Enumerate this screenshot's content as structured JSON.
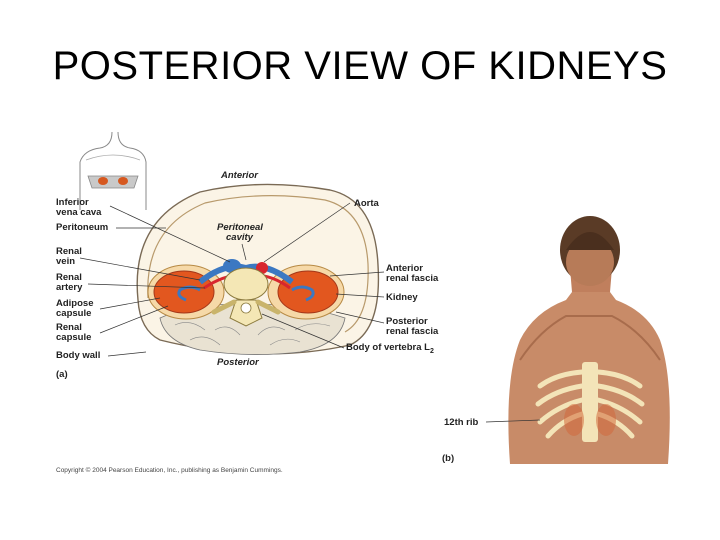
{
  "title": "POSTERIOR VIEW OF KIDNEYS",
  "labels": {
    "anterior": "Anterior",
    "inferior_vena_cava_1": "Inferior",
    "inferior_vena_cava_2": "vena cava",
    "peritoneum": "Peritoneum",
    "renal_vein_1": "Renal",
    "renal_vein_2": "vein",
    "renal_artery_1": "Renal",
    "renal_artery_2": "artery",
    "adipose_capsule_1": "Adipose",
    "adipose_capsule_2": "capsule",
    "renal_capsule_1": "Renal",
    "renal_capsule_2": "capsule",
    "body_wall": "Body wall",
    "panel_a": "(a)",
    "posterior": "Posterior",
    "aorta": "Aorta",
    "peritoneal_cavity_1": "Peritoneal",
    "peritoneal_cavity_2": "cavity",
    "anterior_renal_fascia_1": "Anterior",
    "anterior_renal_fascia_2": "renal fascia",
    "kidney": "Kidney",
    "posterior_renal_fascia_1": "Posterior",
    "posterior_renal_fascia_2": "renal fascia",
    "body_of_vertebra": "Body of vertebra L",
    "body_of_vertebra_sub": "2",
    "rib_12": "12th rib",
    "panel_b": "(b)"
  },
  "copyright": "Copyright © 2004 Pearson Education, Inc., publishing as Benjamin Cummings."
}
